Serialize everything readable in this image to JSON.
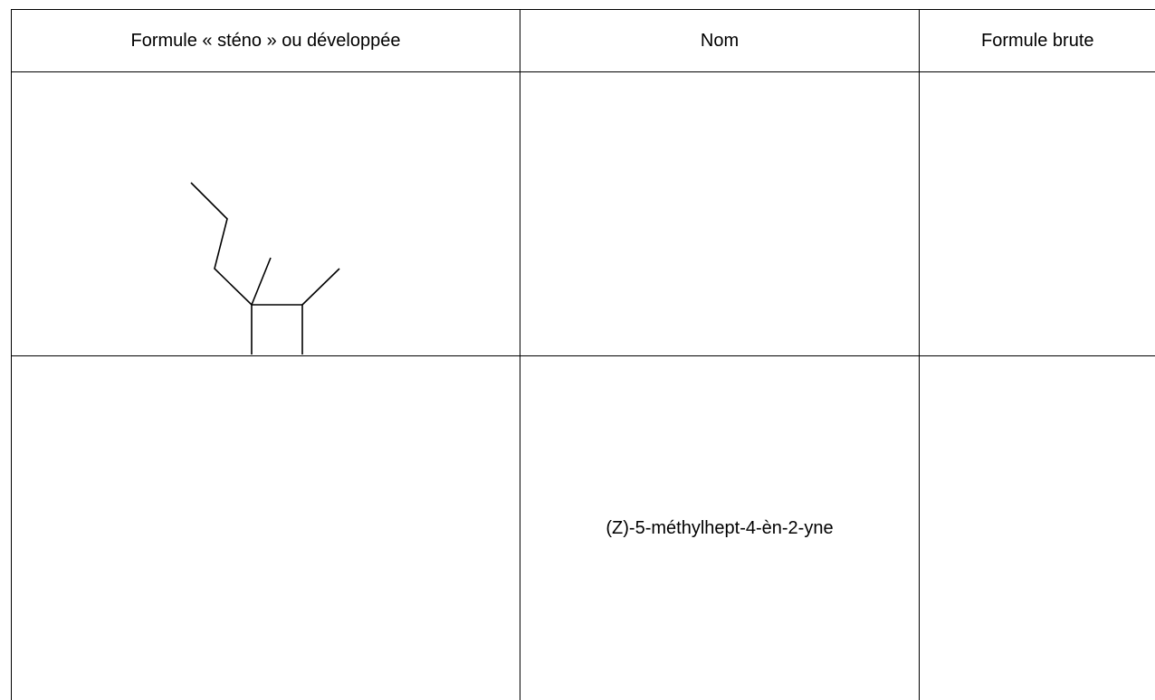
{
  "table": {
    "headers": [
      "Formule « sténo » ou développée",
      "Nom",
      "Formule brute"
    ],
    "rows": [
      {
        "formula": "skeletal-structure-cyclobutane",
        "name": "",
        "raw_formula": ""
      },
      {
        "formula": "",
        "name": "(Z)-5-méthylhept-4-èn-2-yne",
        "raw_formula": ""
      }
    ]
  },
  "colors": {
    "text": "#000000",
    "border": "#000000",
    "background": "#ffffff"
  }
}
